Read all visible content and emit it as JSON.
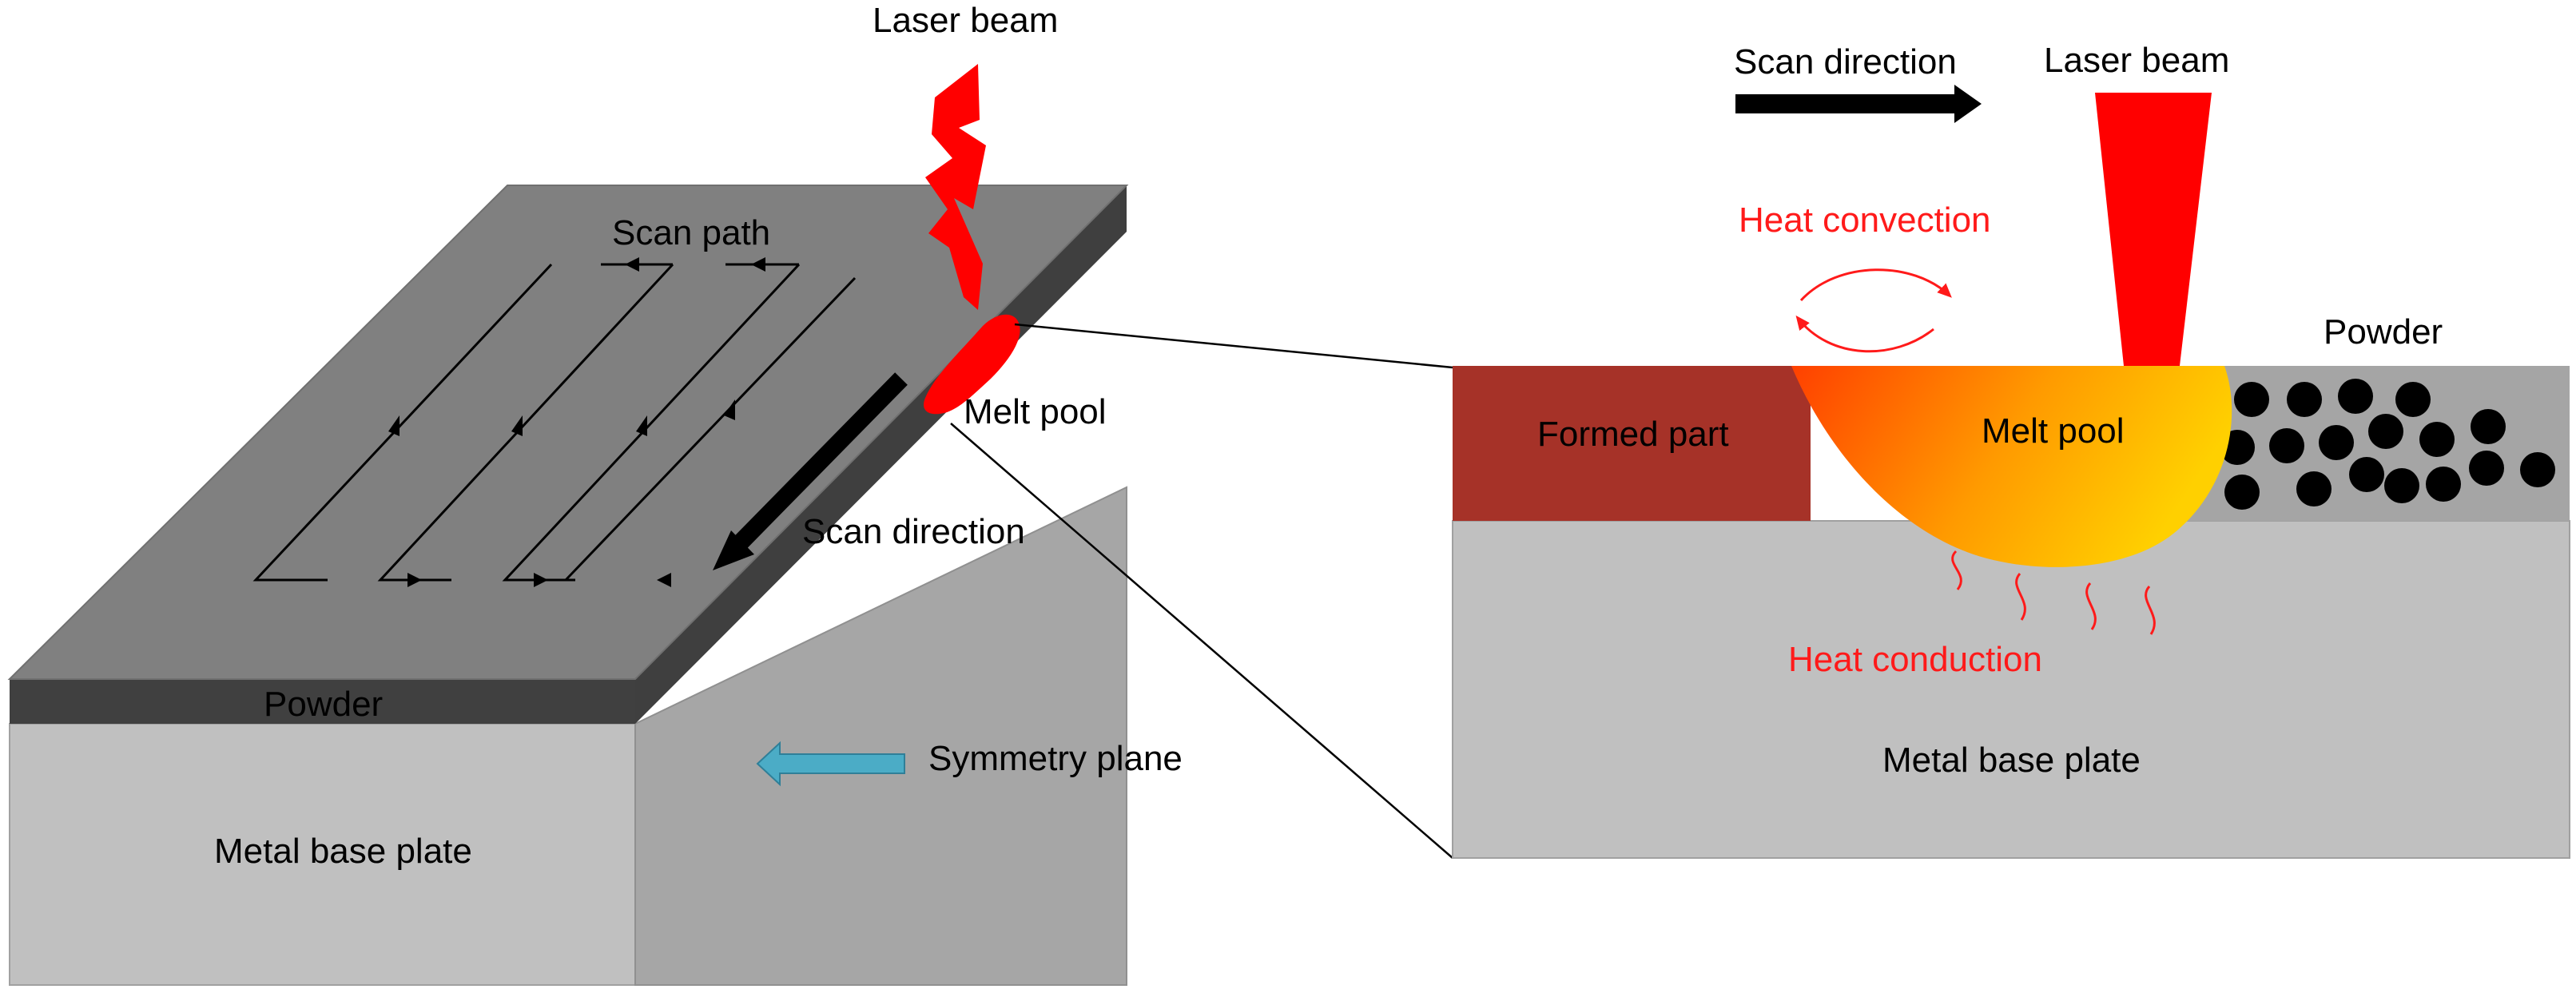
{
  "left_panel": {
    "laser_beam": "Laser beam",
    "scan_path": "Scan path",
    "melt_pool": "Melt pool",
    "scan_direction": "Scan direction",
    "powder": "Powder",
    "symmetry_plane": "Symmetry plane",
    "metal_base_plate": "Metal base plate"
  },
  "right_panel": {
    "scan_direction": "Scan direction",
    "laser_beam": "Laser beam",
    "heat_convection": "Heat convection",
    "powder": "Powder",
    "formed_part": "Formed part",
    "melt_pool": "Melt pool",
    "heat_conduction": "Heat conduction",
    "metal_base_plate": "Metal base plate"
  },
  "colors": {
    "top_surface": "#7f7f7f",
    "powder_layer": "#3f3f3f",
    "base_front": "#c0c0c0",
    "base_side": "#a6a6a6",
    "laser": "#ff0000",
    "formed_part": "#a63228",
    "powder_band": "#a5a5a5",
    "symmetry_arrow": "#4bacc6",
    "annotation_red": "#ff1a1a"
  }
}
